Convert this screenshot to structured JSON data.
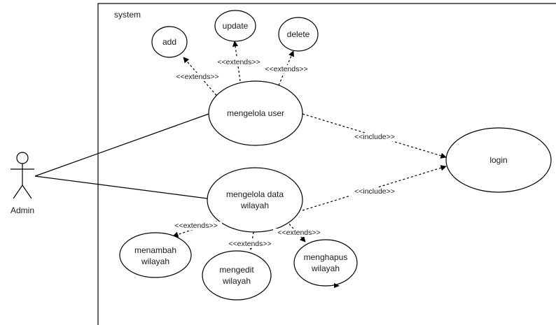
{
  "system": {
    "title": "system"
  },
  "actor": {
    "name": "Admin"
  },
  "use_cases": {
    "add": "add",
    "update": "update",
    "delete": "delete",
    "mengelola_user": "mengelola user",
    "login": "login",
    "mengelola_data_wilayah": [
      "mengelola data",
      "wilayah"
    ],
    "menambah_wilayah": [
      "menambah",
      "wilayah"
    ],
    "mengedit_wilayah": [
      "mengedit",
      "wilayah"
    ],
    "menghapus_wilayah": [
      "menghapus",
      "wilayah"
    ]
  },
  "relations": {
    "extends": "<<extends>>",
    "include": "<<include>>"
  }
}
